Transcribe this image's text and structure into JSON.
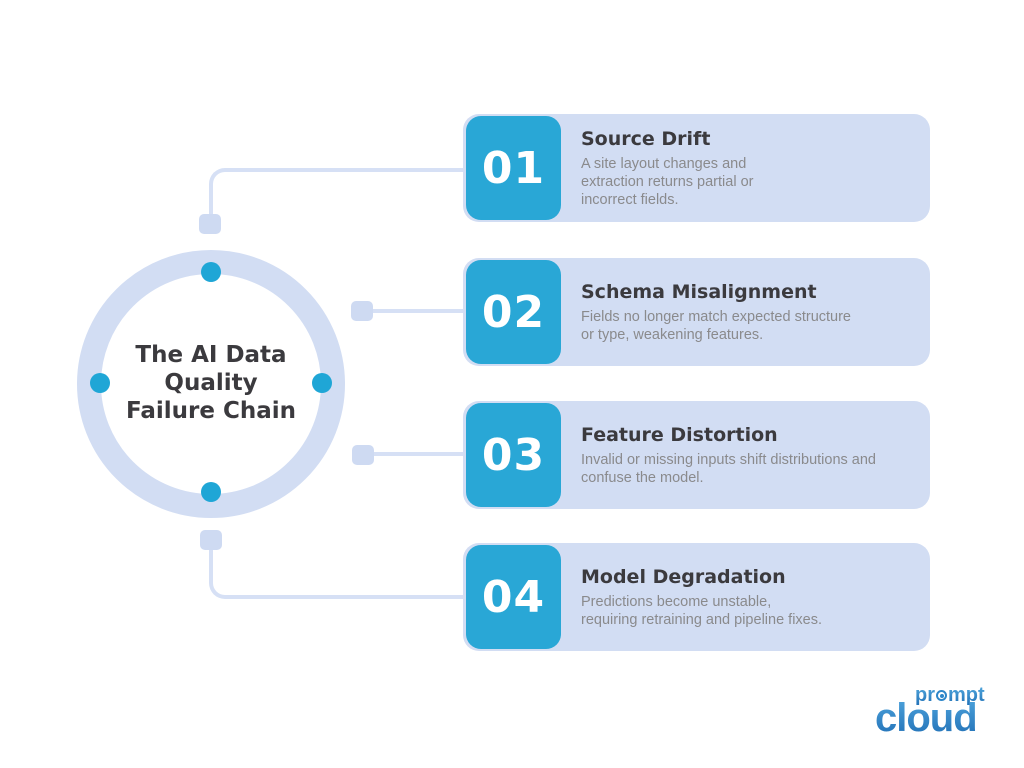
{
  "hub": {
    "title_lines": [
      "The AI Data",
      "Quality",
      "Failure Chain"
    ]
  },
  "steps": [
    {
      "number": "01",
      "title": "Source Drift",
      "description": "A site layout changes and extraction returns partial or incorrect fields."
    },
    {
      "number": "02",
      "title": "Schema Misalignment",
      "description": "Fields no longer match expected structure or type, weakening features."
    },
    {
      "number": "03",
      "title": "Feature Distortion",
      "description": "Invalid or missing inputs shift distributions and confuse the model."
    },
    {
      "number": "04",
      "title": "Model Degradation",
      "description": "Predictions become unstable, requiring retraining and pipeline fixes."
    }
  ],
  "logo": {
    "prompt_left": "pr",
    "prompt_right": "mpt",
    "cloud_word": "cloud"
  },
  "colors": {
    "accent_cyan": "#29A7D6",
    "dot_cyan": "#1FA6D6",
    "card_bg": "#D2DDF3",
    "connector": "#D6E0F5",
    "heading_dark": "#3B3A3E",
    "body_gray": "#8A8A8C",
    "logo_blue_light": "#55ACE0",
    "logo_blue_dark": "#1F6DB4"
  }
}
